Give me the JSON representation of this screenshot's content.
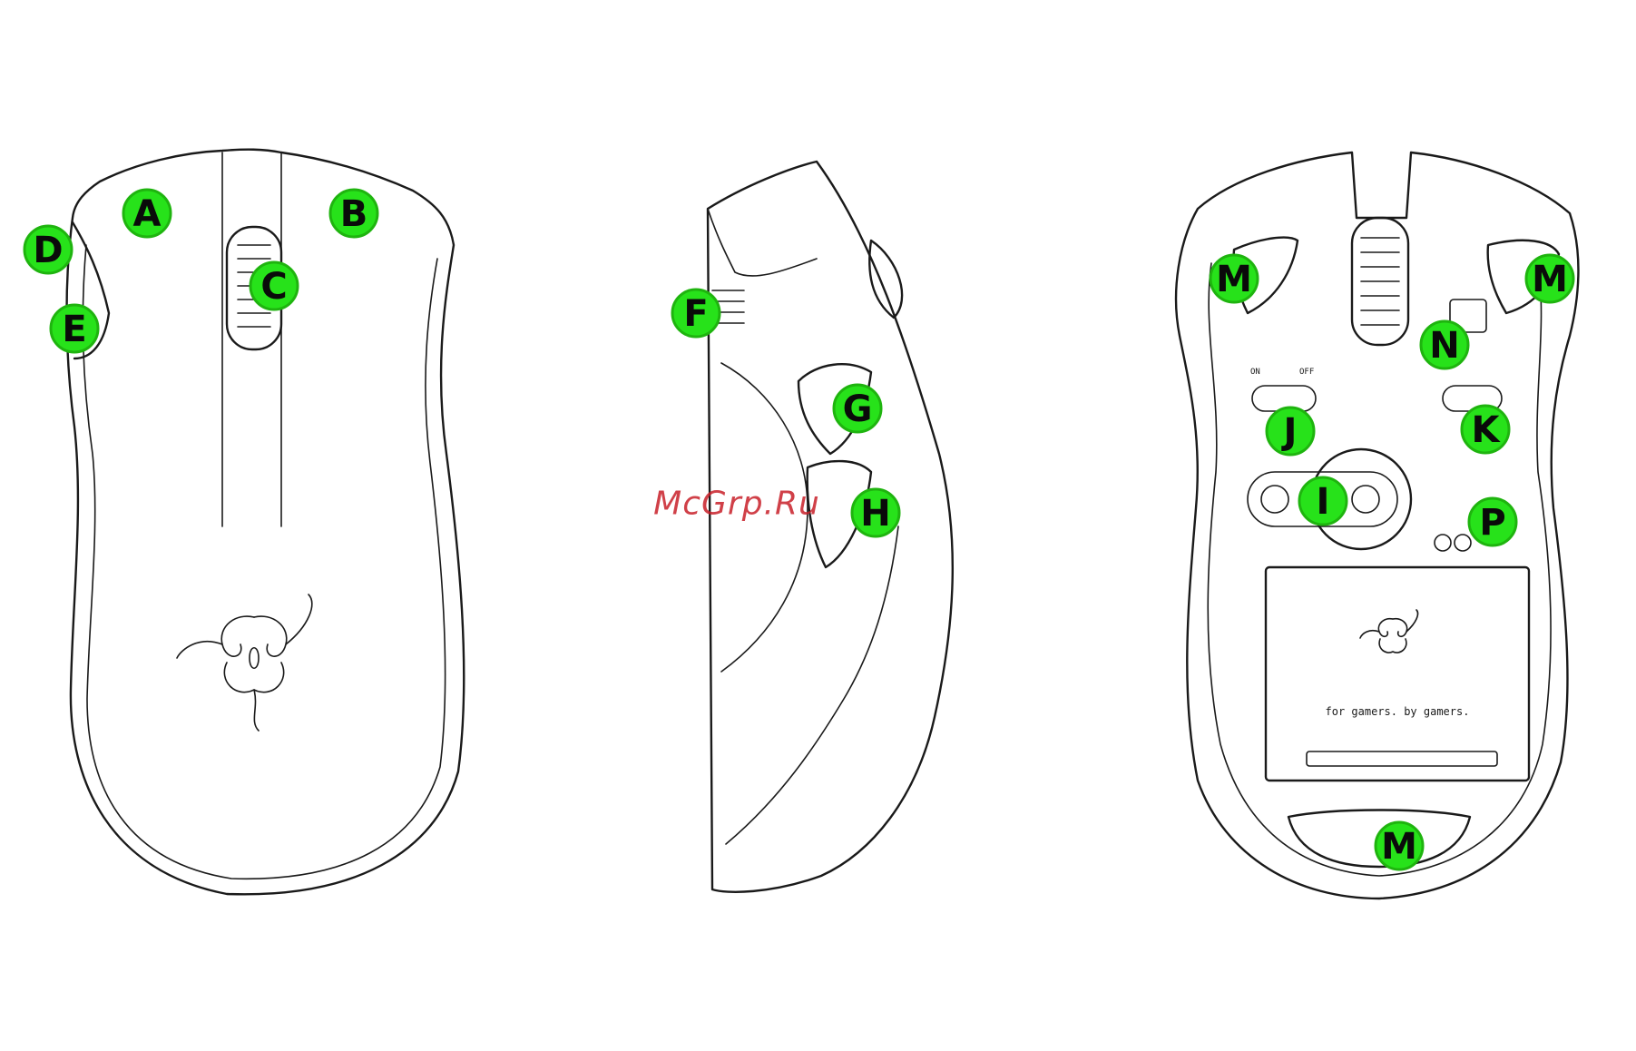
{
  "callouts": {
    "a": "A",
    "b": "B",
    "c": "C",
    "d": "D",
    "e": "E",
    "f": "F",
    "g": "G",
    "h": "H",
    "i": "I",
    "j": "J",
    "k": "K",
    "m1": "M",
    "m2": "M",
    "m3": "M",
    "n": "N",
    "p": "P"
  },
  "switch_labels": {
    "on": "ON",
    "off": "OFF"
  },
  "slogan": "for gamers. by gamers.",
  "watermark": "McGrp.Ru",
  "colors": {
    "badge_fill": "#27e21a",
    "badge_stroke": "#1fb40f",
    "line": "#1a1a1a",
    "watermark": "#c81e28"
  },
  "icons": [
    "razer-snake-logo",
    "razer-snake-logo-small"
  ]
}
